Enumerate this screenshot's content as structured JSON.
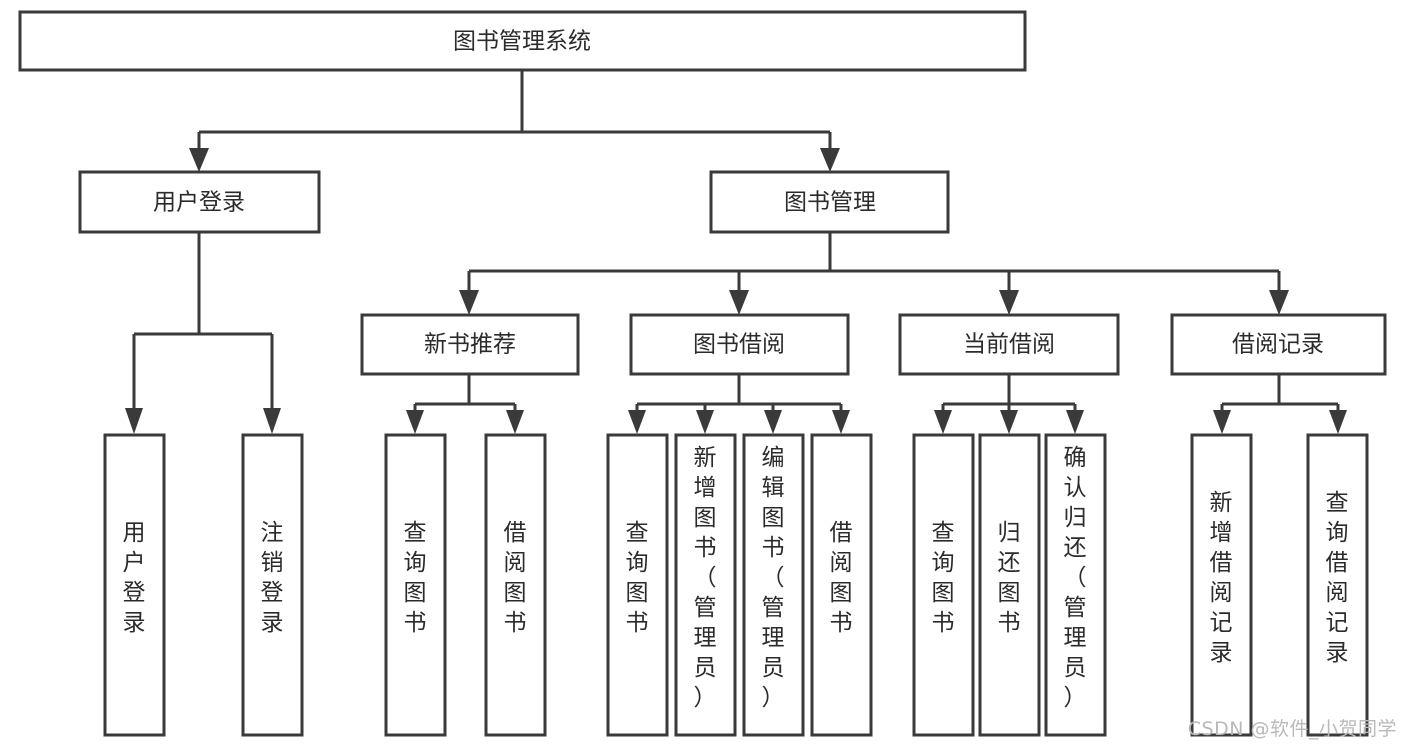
{
  "diagram": {
    "title": "图书管理系统",
    "watermark": "CSDN @软件_小贺同学",
    "colors": {
      "stroke": "#3a3a3a",
      "box_fill": "#ffffff",
      "text": "#2b2b2b",
      "background": "#ffffff",
      "watermark": "#b9b9b9"
    },
    "level1": {
      "root": "图书管理系统"
    },
    "level2": {
      "user_login": "用户登录",
      "book_manage": "图书管理"
    },
    "level3": {
      "new_book_recommend": "新书推荐",
      "book_borrow": "图书借阅",
      "current_borrow": "当前借阅",
      "borrow_record": "借阅记录"
    },
    "leaves": {
      "user_login_children": [
        "用户登录",
        "注销登录"
      ],
      "new_book_recommend_children": [
        "查询图书",
        "借阅图书"
      ],
      "book_borrow_children": [
        "查询图书",
        "新增图书（管理员）",
        "编辑图书（管理员）",
        "借阅图书"
      ],
      "current_borrow_children": [
        "查询图书",
        "归还图书",
        "确认归还（管理员）"
      ],
      "borrow_record_children": [
        "新增借阅记录",
        "查询借阅记录"
      ]
    }
  },
  "chart_data": {
    "type": "tree",
    "title": "图书管理系统",
    "orientation": "top-down",
    "nodes": [
      {
        "id": "root",
        "label": "图书管理系统",
        "level": 0,
        "parent": null
      },
      {
        "id": "user-login",
        "label": "用户登录",
        "level": 1,
        "parent": "root"
      },
      {
        "id": "book-manage",
        "label": "图书管理",
        "level": 1,
        "parent": "root"
      },
      {
        "id": "user-login-1",
        "label": "用户登录",
        "level": 2,
        "parent": "user-login"
      },
      {
        "id": "user-login-2",
        "label": "注销登录",
        "level": 2,
        "parent": "user-login"
      },
      {
        "id": "new-book",
        "label": "新书推荐",
        "level": 2,
        "parent": "book-manage"
      },
      {
        "id": "book-borrow",
        "label": "图书借阅",
        "level": 2,
        "parent": "book-manage"
      },
      {
        "id": "current-borrow",
        "label": "当前借阅",
        "level": 2,
        "parent": "book-manage"
      },
      {
        "id": "borrow-record",
        "label": "借阅记录",
        "level": 2,
        "parent": "book-manage"
      },
      {
        "id": "new-book-1",
        "label": "查询图书",
        "level": 3,
        "parent": "new-book"
      },
      {
        "id": "new-book-2",
        "label": "借阅图书",
        "level": 3,
        "parent": "new-book"
      },
      {
        "id": "book-borrow-1",
        "label": "查询图书",
        "level": 3,
        "parent": "book-borrow"
      },
      {
        "id": "book-borrow-2",
        "label": "新增图书（管理员）",
        "level": 3,
        "parent": "book-borrow"
      },
      {
        "id": "book-borrow-3",
        "label": "编辑图书（管理员）",
        "level": 3,
        "parent": "book-borrow"
      },
      {
        "id": "book-borrow-4",
        "label": "借阅图书",
        "level": 3,
        "parent": "book-borrow"
      },
      {
        "id": "current-borrow-1",
        "label": "查询图书",
        "level": 3,
        "parent": "current-borrow"
      },
      {
        "id": "current-borrow-2",
        "label": "归还图书",
        "level": 3,
        "parent": "current-borrow"
      },
      {
        "id": "current-borrow-3",
        "label": "确认归还（管理员）",
        "level": 3,
        "parent": "current-borrow"
      },
      {
        "id": "borrow-record-1",
        "label": "新增借阅记录",
        "level": 3,
        "parent": "borrow-record"
      },
      {
        "id": "borrow-record-2",
        "label": "查询借阅记录",
        "level": 3,
        "parent": "borrow-record"
      }
    ]
  }
}
